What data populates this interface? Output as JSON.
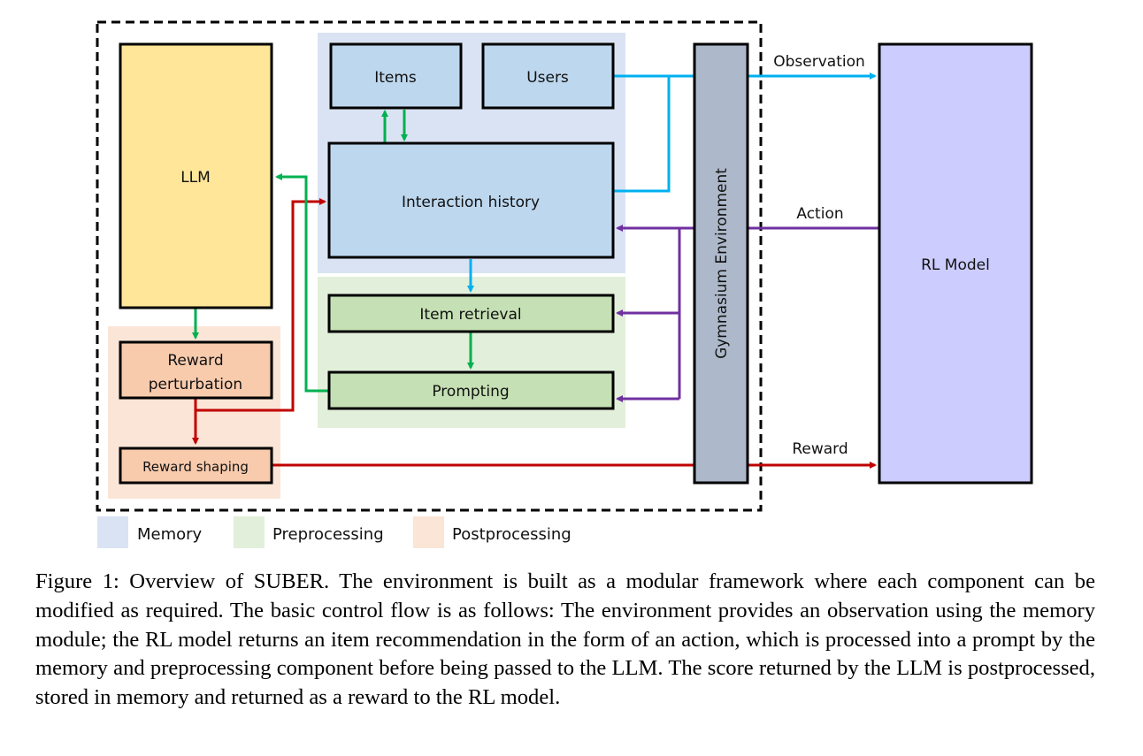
{
  "diagram": {
    "boxes": {
      "llm": "LLM",
      "items": "Items",
      "users": "Users",
      "interaction_history": "Interaction history",
      "item_retrieval": "Item retrieval",
      "prompting": "Prompting",
      "reward_perturbation_line1": "Reward",
      "reward_perturbation_line2": "perturbation",
      "reward_shaping": "Reward shaping",
      "gymnasium_environment": "Gymnasium Environment",
      "rl_model": "RL Model"
    },
    "edges": {
      "observation": "Observation",
      "action": "Action",
      "reward": "Reward"
    },
    "legend": [
      {
        "label": "Memory",
        "color": "#dae3f3"
      },
      {
        "label": "Preprocessing",
        "color": "#e2efda"
      },
      {
        "label": "Postprocessing",
        "color": "#fbe5d6"
      }
    ],
    "colors": {
      "llm_fill": "#ffe699",
      "memory_box_fill": "#bdd7ee",
      "preprocessing_box_fill": "#c5e0b4",
      "postprocessing_box_fill": "#f8cbad",
      "gym_fill": "#adb9ca",
      "rl_fill": "#ccccff",
      "observation_arrow": "#00b0f0",
      "action_arrow": "#7030a0",
      "reward_arrow": "#c00000",
      "llm_flow_arrow": "#00b050"
    }
  },
  "caption": "Figure 1: Overview of SUBER. The environment is built as a modular framework where each component can be modified as required. The basic control flow is as follows: The environment provides an observation using the memory module; the RL model returns an item recommendation in the form of an action, which is processed into a prompt by the memory and preprocessing component before being passed to the LLM. The score returned by the LLM is postprocessed, stored in memory and returned as a reward to the RL model."
}
